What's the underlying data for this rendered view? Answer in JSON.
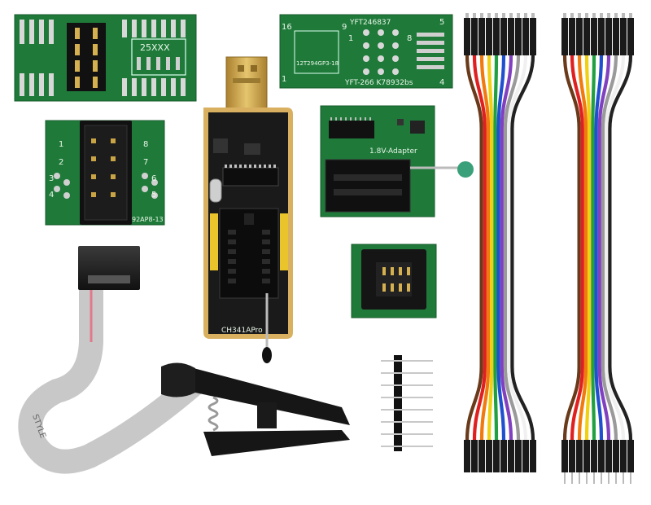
{
  "labels": {
    "soic_adapter_label": "25XXX",
    "isp_adapter_label": "92AP8-13",
    "tsop_adapter_top": "YFT246837",
    "tsop_adapter_bottom": "YFT-266  K78932bs",
    "tsop_adapter_small": "12T294GP3-18",
    "voltage_adapter_label": "1.8V-Adapter",
    "programmer_label": "CH341APro",
    "clip_cable_label": "STYLE"
  },
  "pin_numbers": {
    "isp_left": [
      "1",
      "2",
      "3",
      "4"
    ],
    "isp_right": [
      "8",
      "7",
      "6",
      "5"
    ],
    "tsop_left": [
      "16",
      "9",
      "1",
      "1"
    ],
    "tsop_right": [
      "8",
      "5",
      "4"
    ]
  },
  "colors": {
    "pcb_green": "#1f7a3a",
    "pcb_dark": "#166030",
    "usb_gold": "#c9a24a",
    "programmer_board": "#1a1a1a",
    "ribbon_grey": "#c8c8c8",
    "dupont_wires": [
      "#6a3a1a",
      "#e02020",
      "#f07a10",
      "#f0d010",
      "#20a040",
      "#2050d0",
      "#8040c0",
      "#9a9a9a",
      "#f0f0f0",
      "#222222"
    ]
  }
}
